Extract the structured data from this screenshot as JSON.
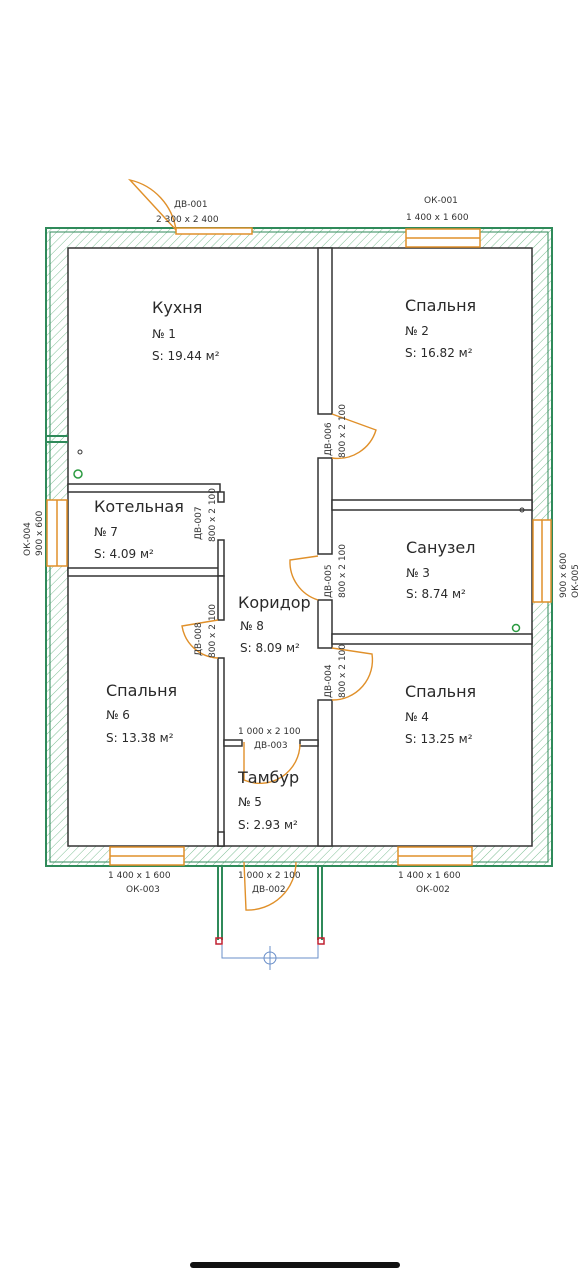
{
  "rooms": [
    {
      "name": "Кухня",
      "num": "№ 1",
      "area": "S: 19.44 м²"
    },
    {
      "name": "Спальня",
      "num": "№ 2",
      "area": "S: 16.82 м²"
    },
    {
      "name": "Санузел",
      "num": "№ 3",
      "area": "S: 8.74 м²"
    },
    {
      "name": "Спальня",
      "num": "№ 4",
      "area": "S: 13.25 м²"
    },
    {
      "name": "Тамбур",
      "num": "№ 5",
      "area": "S: 2.93 м²"
    },
    {
      "name": "Спальня",
      "num": "№ 6",
      "area": "S: 13.38 м²"
    },
    {
      "name": "Котельная",
      "num": "№ 7",
      "area": "S: 4.09 м²"
    },
    {
      "name": "Коридор",
      "num": "№ 8",
      "area": "S: 8.09 м²"
    }
  ],
  "doors": {
    "dv001": {
      "code": "ДВ-001",
      "size": "2 300 x 2 400"
    },
    "dv002": {
      "code": "ДВ-002",
      "size": "1 000 x 2 100"
    },
    "dv003": {
      "code": "ДВ-003",
      "size": "1 000 x 2 100"
    },
    "dv004": {
      "code": "ДВ-004",
      "size": "800 x 2 100"
    },
    "dv005": {
      "code": "ДВ-005",
      "size": "800 x 2 100"
    },
    "dv006": {
      "code": "ДВ-006",
      "size": "800 x 2 100"
    },
    "dv007": {
      "code": "ДВ-007",
      "size": "800 x 2 100"
    },
    "dv008": {
      "code": "ДВ-008",
      "size": "800 x 2 100"
    }
  },
  "windows": {
    "ok001": {
      "code": "ОК-001",
      "size": "1 400 x 1 600"
    },
    "ok002": {
      "code": "ОК-002",
      "size": "1 400 x 1 600"
    },
    "ok003": {
      "code": "ОК-003",
      "size": "1 400 x 1 600"
    },
    "ok004": {
      "code": "ОК-004",
      "size": "900 x 600"
    },
    "ok005": {
      "code": "ОК-005",
      "size": "900 x 600"
    }
  },
  "colors": {
    "wall": "#2f8a5a",
    "wall_inner": "#333333",
    "door": "#e0902a",
    "window": "#e0902a",
    "background": "#ffffff"
  }
}
